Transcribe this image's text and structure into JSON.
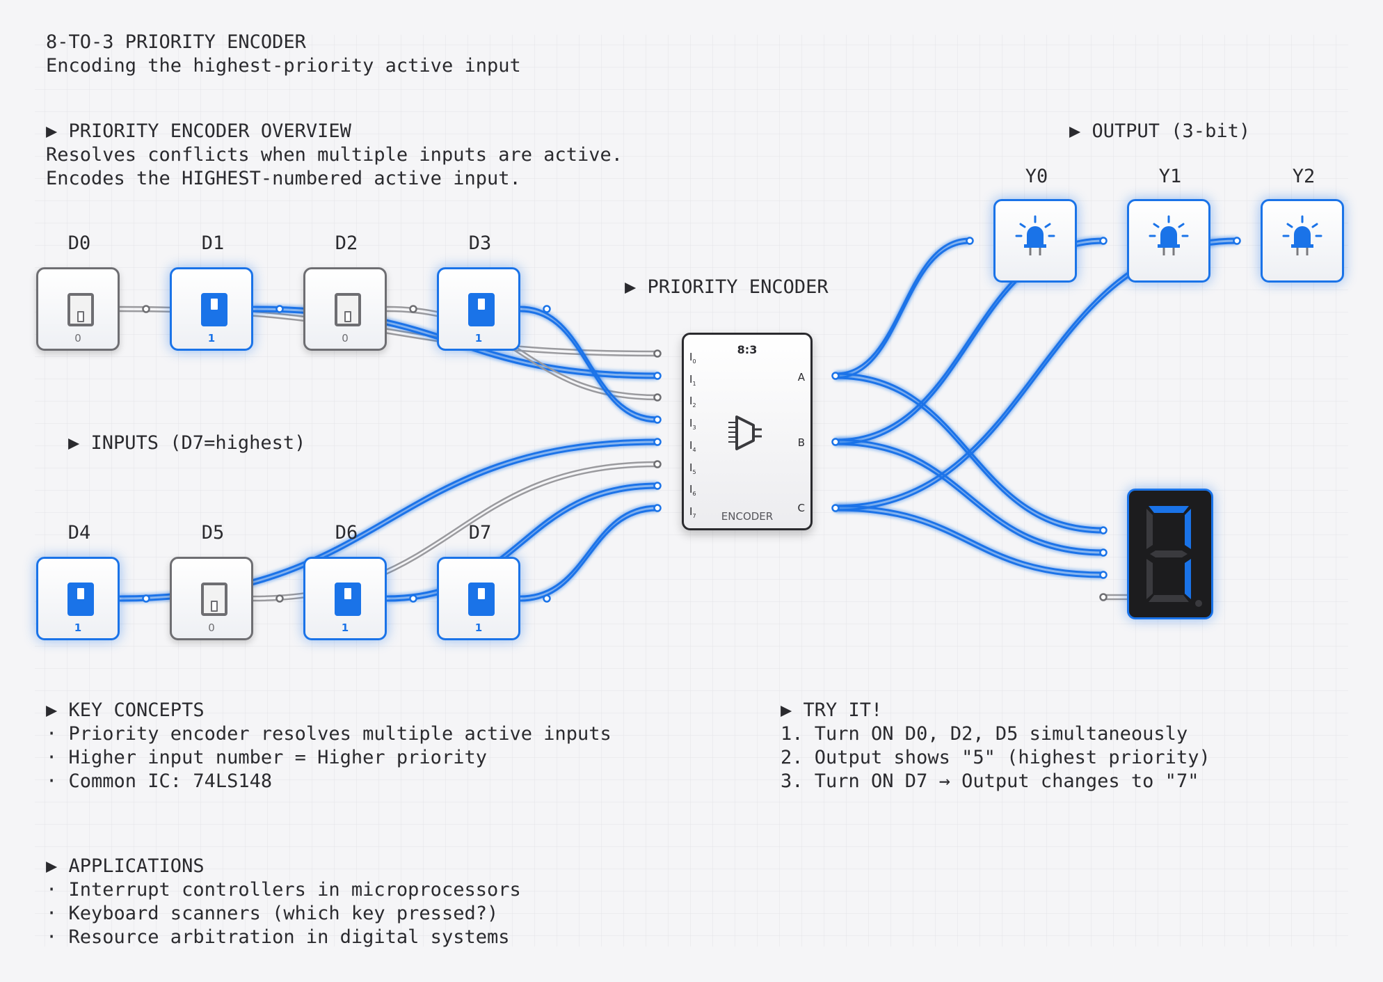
{
  "header": {
    "title": "8-TO-3 PRIORITY ENCODER",
    "subtitle": "Encoding the highest-priority active input"
  },
  "overview": {
    "heading": "▶ PRIORITY ENCODER OVERVIEW",
    "line1": "Resolves conflicts when multiple inputs are active.",
    "line2": "Encodes the HIGHEST-numbered active input."
  },
  "inputs_heading": "▶ INPUTS (D7=highest)",
  "encoder_heading": "▶ PRIORITY ENCODER",
  "output_heading": "▶ OUTPUT (3-bit)",
  "switches": [
    {
      "name": "D0",
      "state": 0
    },
    {
      "name": "D1",
      "state": 1
    },
    {
      "name": "D2",
      "state": 0
    },
    {
      "name": "D3",
      "state": 1
    },
    {
      "name": "D4",
      "state": 1
    },
    {
      "name": "D5",
      "state": 0
    },
    {
      "name": "D6",
      "state": 1
    },
    {
      "name": "D7",
      "state": 1
    }
  ],
  "encoder": {
    "top_label": "8:3",
    "bottom_label": "ENCODER",
    "input_pins": [
      "I",
      "I",
      "I",
      "I",
      "I",
      "I",
      "I",
      "I"
    ],
    "input_subs": [
      "0",
      "1",
      "2",
      "3",
      "4",
      "5",
      "6",
      "7"
    ],
    "output_pins": [
      "A",
      "B",
      "C"
    ]
  },
  "outputs": [
    {
      "name": "Y0",
      "state": 1
    },
    {
      "name": "Y1",
      "state": 1
    },
    {
      "name": "Y2",
      "state": 1
    }
  ],
  "display": {
    "digit": 7
  },
  "key_concepts": {
    "heading": "▶ KEY CONCEPTS",
    "items": [
      "· Priority encoder resolves multiple active inputs",
      "· Higher input number = Higher priority",
      "· Common IC: 74LS148"
    ]
  },
  "try_it": {
    "heading": "▶ TRY IT!",
    "items": [
      "1. Turn ON D0, D2, D5 simultaneously",
      "2. Output shows \"5\" (highest priority)",
      "3. Turn ON D7 → Output changes to \"7\""
    ]
  },
  "applications": {
    "heading": "▶ APPLICATIONS",
    "items": [
      "· Interrupt controllers in microprocessors",
      "· Keyboard scanners (which key pressed?)",
      "· Resource arbitration in digital systems"
    ]
  },
  "colors": {
    "active": "#1a73e8",
    "inactive": "#9a9a9e",
    "text": "#2a2a2e",
    "background": "#f5f5f7",
    "grid": "#e4e4e8"
  }
}
